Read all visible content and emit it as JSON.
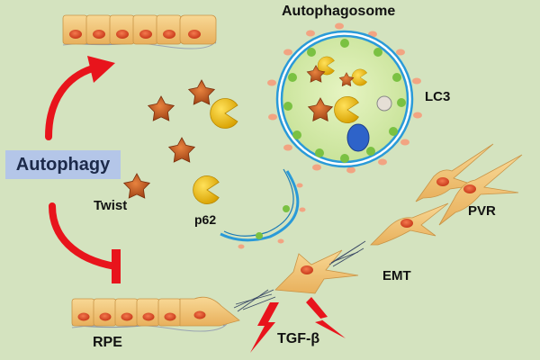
{
  "labels": {
    "autophagy": "Autophagy",
    "autophagosome": "Autophagosome",
    "lc3": "LC3",
    "twist": "Twist",
    "p62": "p62",
    "pvr": "PVR",
    "emt": "EMT",
    "rpe": "RPE",
    "tgf_beta": "TGF-β"
  },
  "colors": {
    "background": "#d4e3bf",
    "arrow_red": "#e8141c",
    "membrane_blue": "#2a9ad8",
    "vesicle_fill": "#d9ecb1",
    "lc3_green": "#7ac142",
    "lc3_pink": "#f2a482",
    "star_brown": "#c2561e",
    "p62_yellow": "#f2c20a",
    "cell_tan": "#f4c77a",
    "nucleus_red": "#e8552e"
  },
  "icons": {
    "activation_arrow": "curved-arrow-icon",
    "inhibition": "inhibition-bar-icon",
    "twist": "star-icon",
    "p62": "pacman-icon",
    "tgf_beta": "lightning-icon"
  }
}
